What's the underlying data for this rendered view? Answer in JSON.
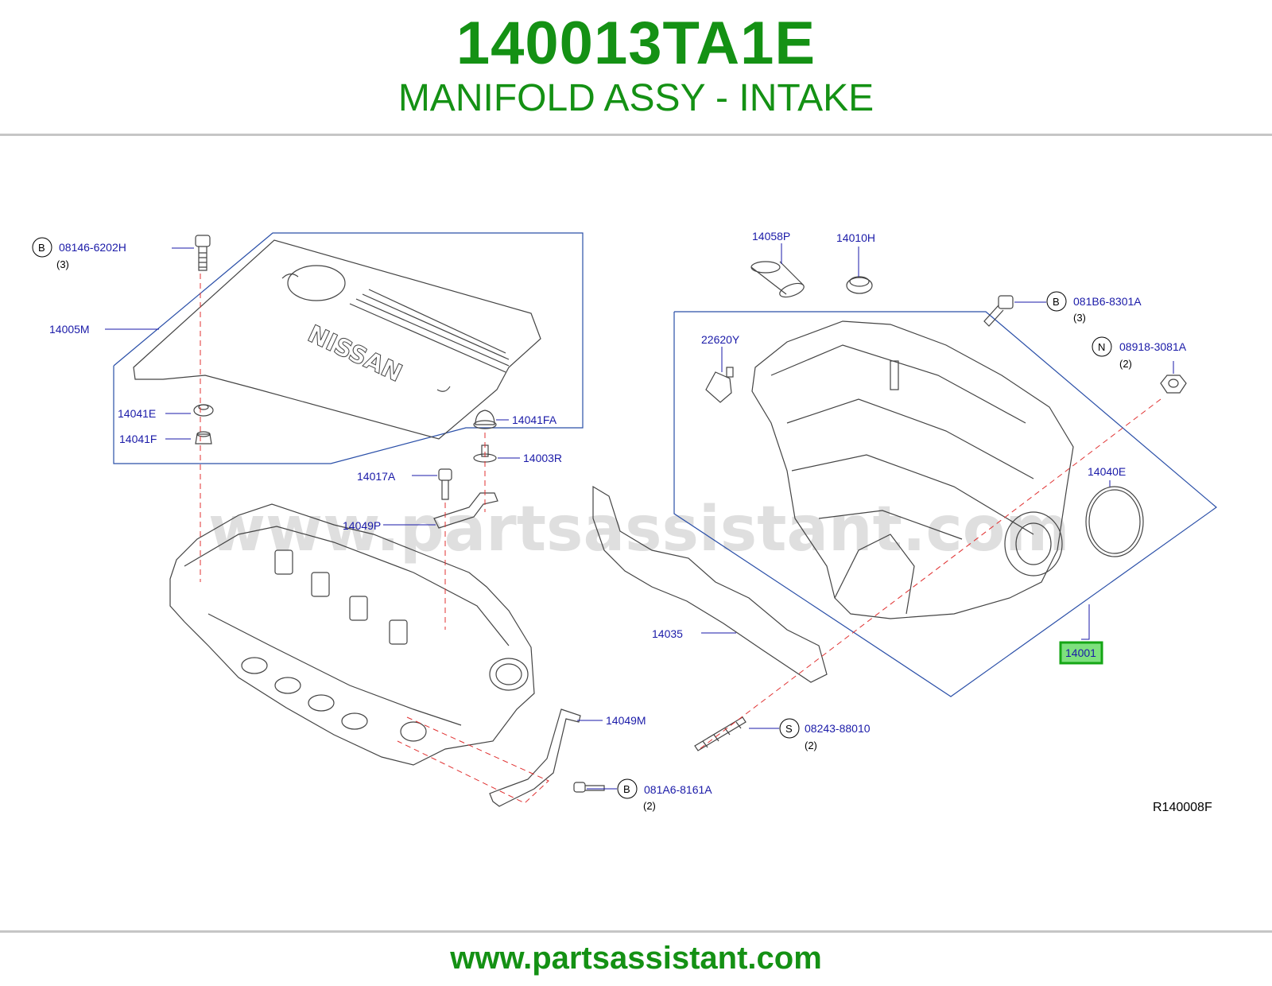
{
  "header": {
    "part_number": "140013TA1E",
    "part_name": "MANIFOLD ASSY - INTAKE"
  },
  "diagram": {
    "watermark": "www.partsassistant.com",
    "reference_code": "R140008F",
    "brand_text": "NISSAN",
    "callouts": {
      "c08146": {
        "text": "08146-6202H",
        "mark": "B",
        "qty": "(3)"
      },
      "c14005M": {
        "text": "14005M"
      },
      "c14041E": {
        "text": "14041E"
      },
      "c14041F": {
        "text": "14041F"
      },
      "c14041FA": {
        "text": "14041FA"
      },
      "c14003R": {
        "text": "14003R"
      },
      "c14017A": {
        "text": "14017A"
      },
      "c14049P": {
        "text": "14049P"
      },
      "c14049M": {
        "text": "14049M"
      },
      "c081A6": {
        "text": "081A6-8161A",
        "mark": "B",
        "qty": "(2)"
      },
      "c14058P": {
        "text": "14058P"
      },
      "c14010H": {
        "text": "14010H"
      },
      "c081B6": {
        "text": "081B6-8301A",
        "mark": "B",
        "qty": "(3)"
      },
      "c22620Y": {
        "text": "22620Y"
      },
      "c08918": {
        "text": "08918-3081A",
        "mark": "N",
        "qty": "(2)"
      },
      "c14040E": {
        "text": "14040E"
      },
      "c14035": {
        "text": "14035"
      },
      "c14001": {
        "text": "14001",
        "highlighted": true
      },
      "c08243": {
        "text": "08243-88010",
        "mark": "S",
        "qty": "(2)"
      }
    }
  },
  "footer": {
    "url": "www.partsassistant.com"
  },
  "colors": {
    "title_green": "#149114",
    "callout_blue": "#1a1aa8",
    "frame_blue": "#2a4fa8",
    "centerline_red": "#e03030",
    "highlight_green": "#7ee07e"
  }
}
